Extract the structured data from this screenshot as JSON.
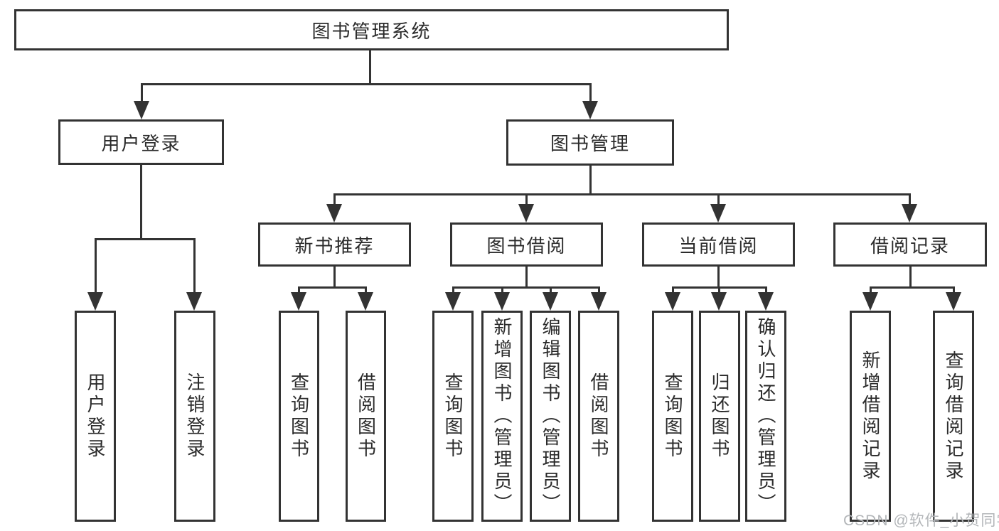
{
  "diagram": {
    "root": {
      "label": "图书管理系统"
    },
    "level2": [
      {
        "label": "用户登录"
      },
      {
        "label": "图书管理"
      }
    ],
    "level3": [
      {
        "label": "新书推荐"
      },
      {
        "label": "图书借阅"
      },
      {
        "label": "当前借阅"
      },
      {
        "label": "借阅记录"
      }
    ],
    "leaves": {
      "user_login": [
        {
          "label": "用户登录"
        },
        {
          "label": "注销登录"
        }
      ],
      "new_book_recommend": [
        {
          "label": "查询图书"
        },
        {
          "label": "借阅图书"
        }
      ],
      "book_borrow": [
        {
          "label": "查询图书"
        },
        {
          "label": "新增图书（管理员）"
        },
        {
          "label": "编辑图书（管理员）"
        },
        {
          "label": "借阅图书"
        }
      ],
      "current_borrow": [
        {
          "label": "查询图书"
        },
        {
          "label": "归还图书"
        },
        {
          "label": "确认归还（管理员）"
        }
      ],
      "borrow_record": [
        {
          "label": "新增借阅记录"
        },
        {
          "label": "查询借阅记录"
        }
      ]
    }
  },
  "watermark": {
    "text": "CSDN @软件_小贺同学"
  },
  "colors": {
    "line": "#333333",
    "text": "#2b2b2b",
    "watermark": "#b3b6b9",
    "background": "#ffffff"
  }
}
